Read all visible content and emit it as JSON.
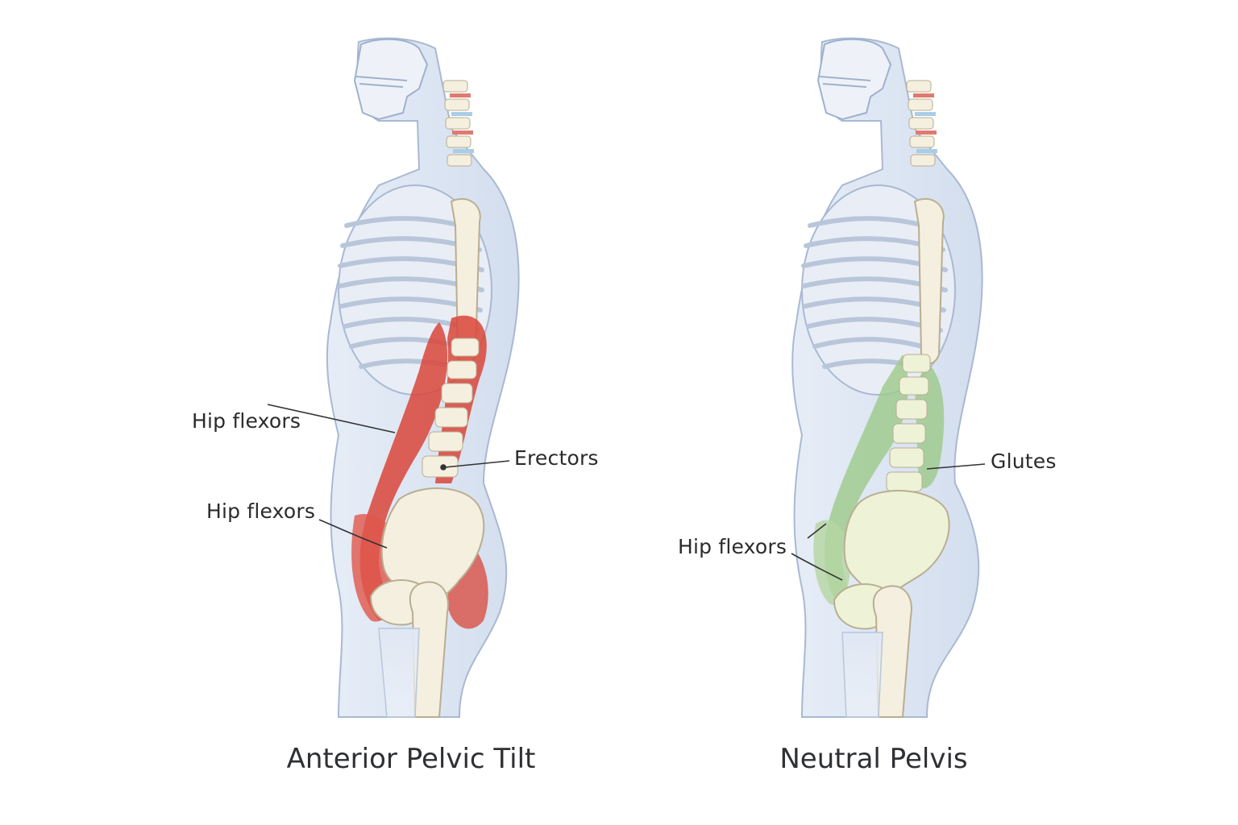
{
  "panels": [
    {
      "title": "Anterior Pelvic Tilt",
      "muscle_color": "#d9453a",
      "labels": {
        "upper_hip_flexors": "Hip flexors",
        "lower_hip_flexors": "Hip flexors",
        "back_muscle": "Erectors"
      }
    },
    {
      "title": "Neutral Pelvis",
      "muscle_color": "#9cc98a",
      "labels": {
        "hip_flexors": "Hip flexors",
        "back_muscle": "Glutes"
      }
    }
  ],
  "colors": {
    "body_silhouette": "#dde6f3",
    "body_outline": "#9fb1cc",
    "bone": "#f4efdf",
    "bone_outline": "#b9ae92",
    "disc_red": "#e07a70",
    "disc_blue": "#a9cde8",
    "neutral_bone": "#eef2d6"
  }
}
